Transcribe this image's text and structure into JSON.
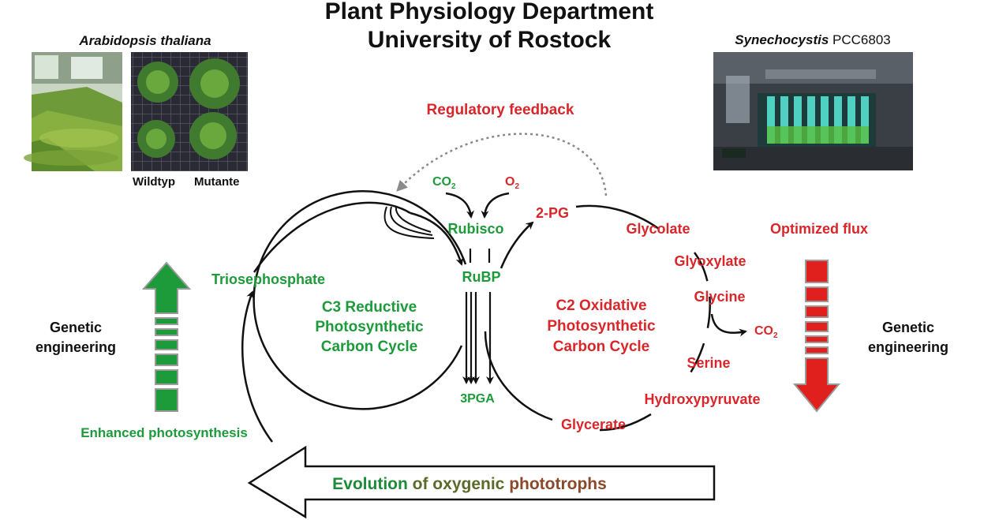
{
  "header": {
    "line1": "Plant Physiology Department",
    "line2": "University of Rostock"
  },
  "left_photo": {
    "caption": "Arabidopsis thaliana",
    "label_wildtype": "Wildtyp",
    "label_mutant": "Mutante"
  },
  "right_photo": {
    "caption_italic": "Synechocystis",
    "caption_rest": " PCC6803"
  },
  "feedback": {
    "label": "Regulatory feedback"
  },
  "inputs": {
    "co2": "CO",
    "co2_sub": "2",
    "o2": "O",
    "o2_sub": "2"
  },
  "c3": {
    "rubisco": "Rubisco",
    "rubp": "RuBP",
    "pga": "3PGA",
    "triose": "Triosephosphate",
    "title_line1": "C3 Reductive",
    "title_line2": "Photosynthetic",
    "title_line3": "Carbon Cycle"
  },
  "c2": {
    "pg": "2-PG",
    "glycolate": "Glycolate",
    "glyoxylate": "Glyoxylate",
    "glycine": "Glycine",
    "co2": "CO",
    "co2_sub": "2",
    "serine": "Serine",
    "hydroxypyruvate": "Hydroxypyruvate",
    "glycerate": "Glycerate",
    "title_line1": "C2 Oxidative",
    "title_line2": "Photosynthetic",
    "title_line3": "Carbon Cycle"
  },
  "left_side": {
    "genetic_line1": "Genetic",
    "genetic_line2": "engineering",
    "enhanced": "Enhanced photosynthesis"
  },
  "right_side": {
    "optimized": "Optimized flux",
    "genetic_line1": "Genetic",
    "genetic_line2": "engineering"
  },
  "bottom_arrow": {
    "word1": "Evolution ",
    "word2": "of oxygenic ",
    "word3": "phototrophs"
  },
  "colors": {
    "green": "#1d9a3a",
    "red": "#d9262a",
    "black": "#111111"
  }
}
